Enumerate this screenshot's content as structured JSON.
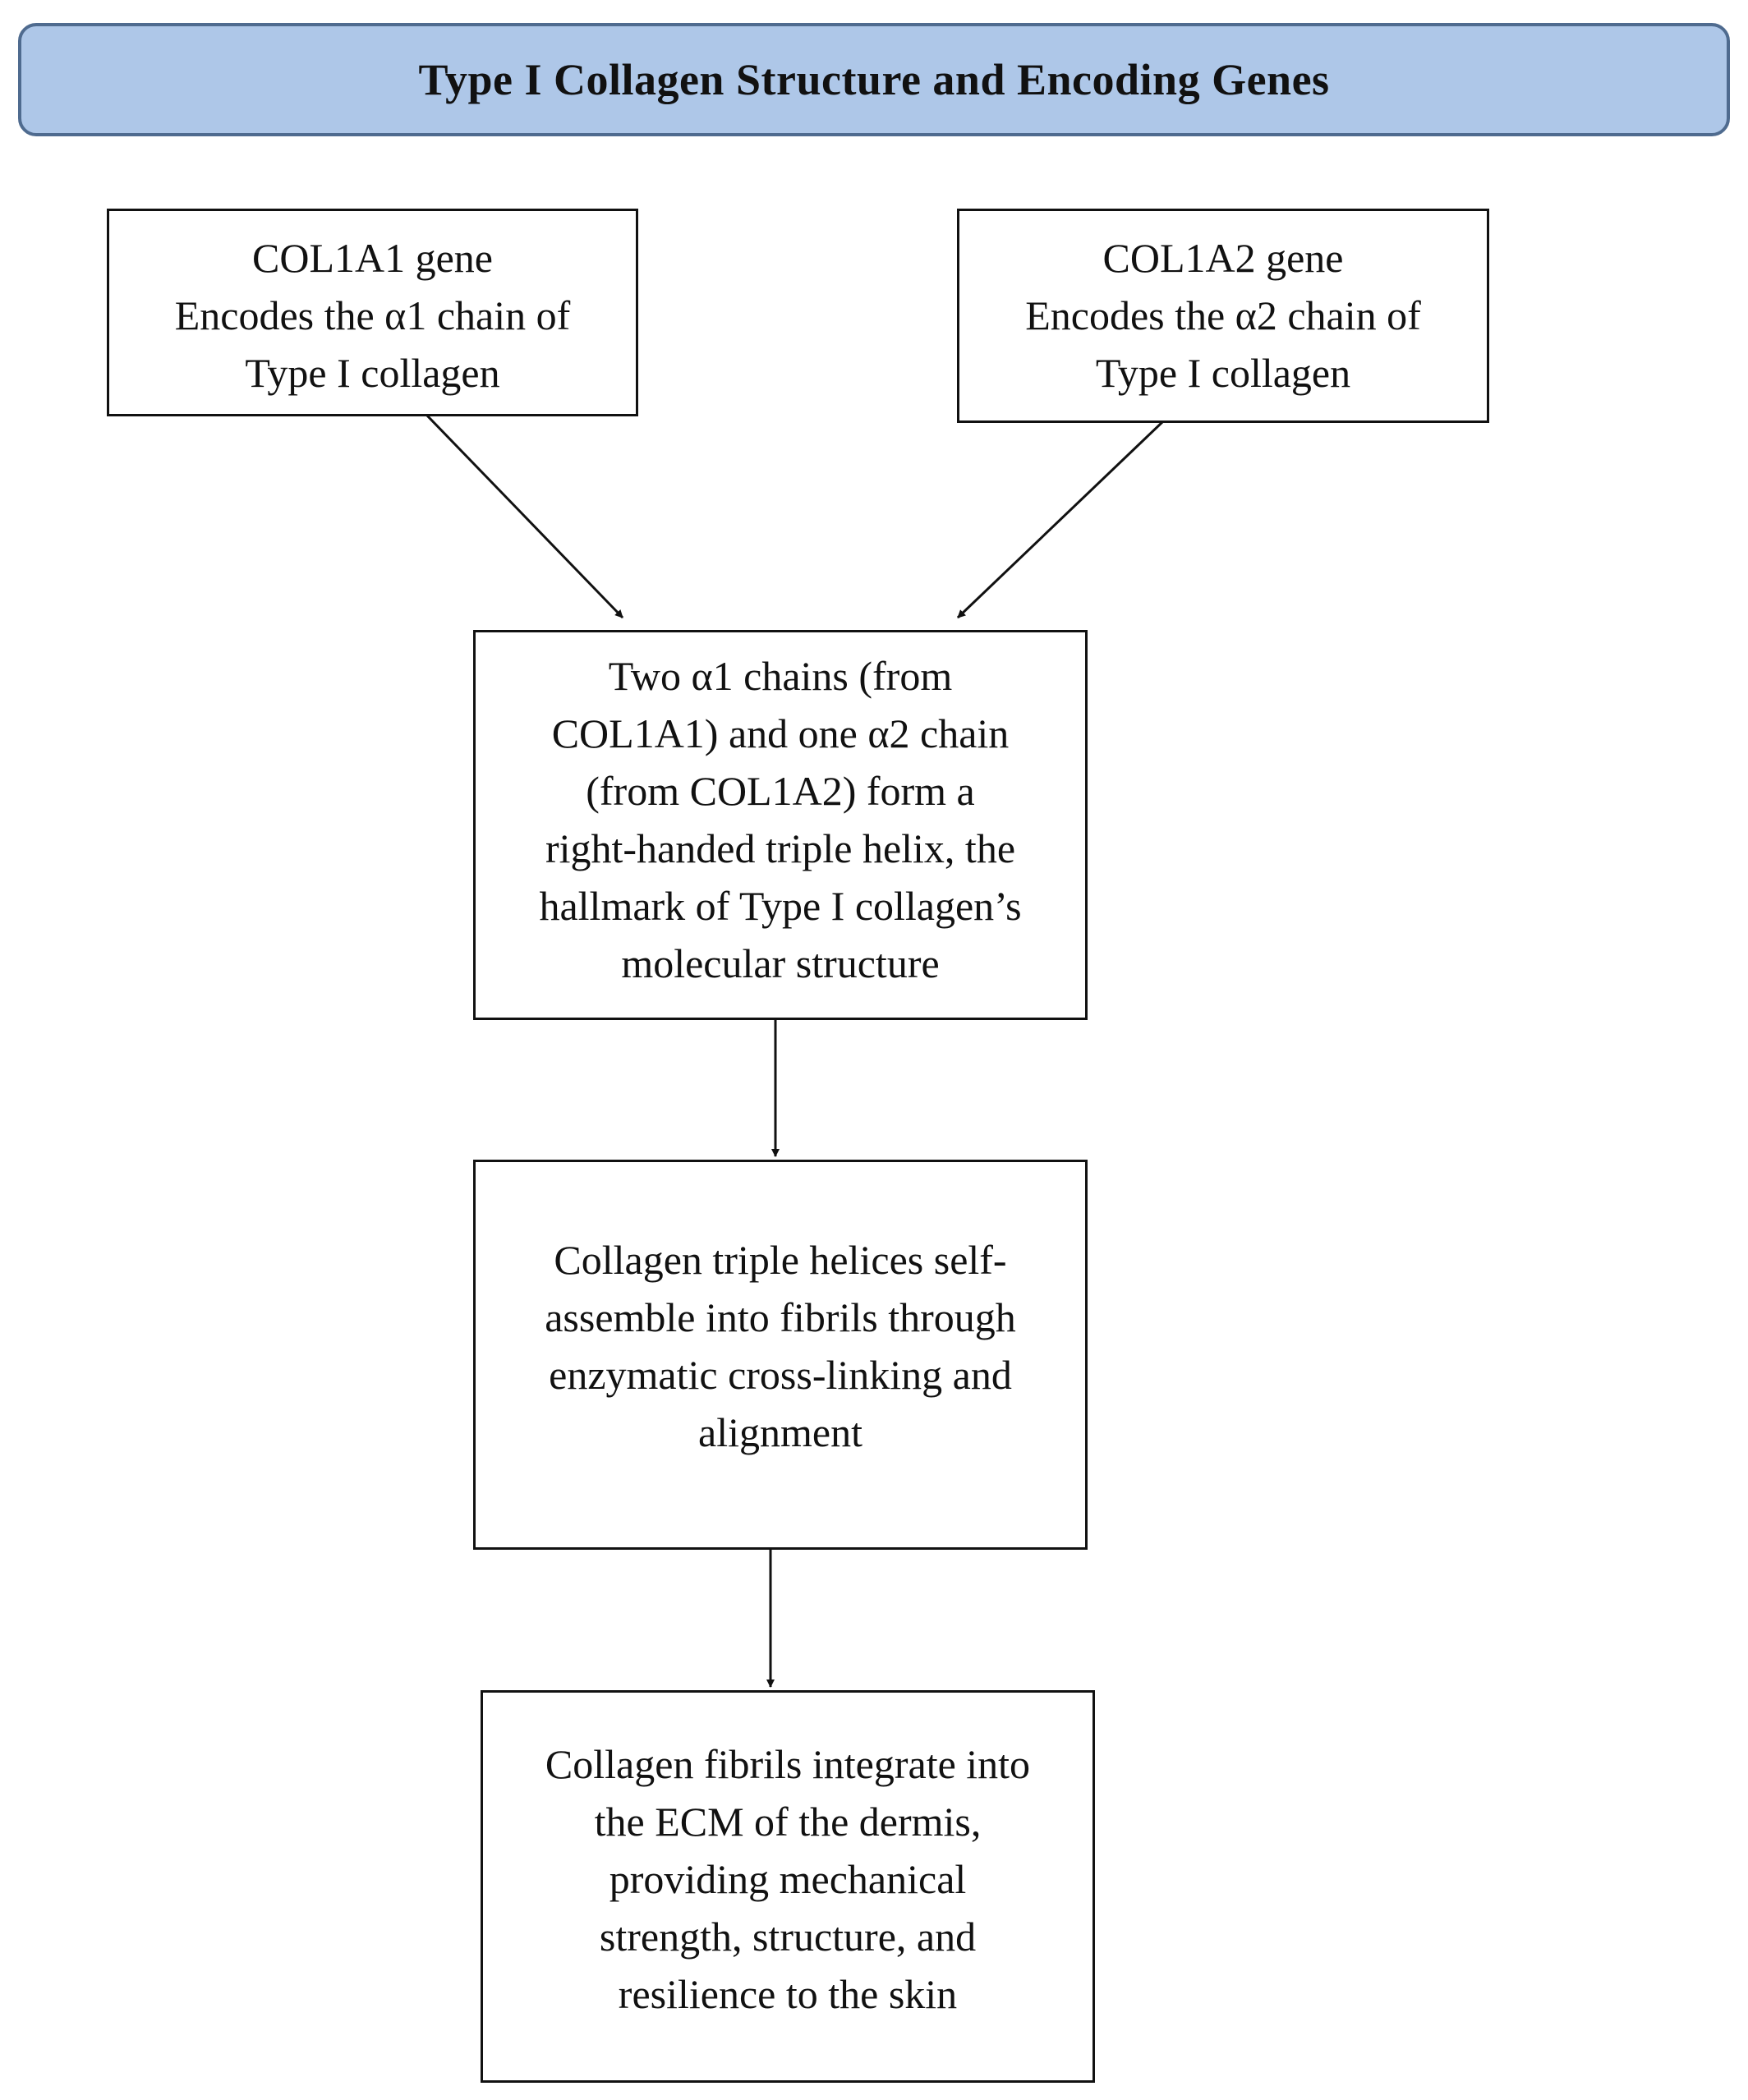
{
  "title": "Type I Collagen Structure and Encoding Genes",
  "boxes": {
    "gene_a1": {
      "lines": [
        "COL1A1 gene",
        "Encodes the α1 chain of",
        "Type I collagen"
      ]
    },
    "gene_a2": {
      "lines": [
        "COL1A2 gene",
        "Encodes the α2 chain of",
        "Type I collagen"
      ]
    },
    "helix": {
      "lines": [
        "Two α1 chains (from",
        "COL1A1) and one α2 chain",
        "(from COL1A2) form a",
        "right-handed triple helix, the",
        "hallmark of Type I collagen’s",
        "molecular structure"
      ]
    },
    "fibrils": {
      "lines": [
        "Collagen triple helices self-",
        "assemble into fibrils through",
        "enzymatic cross-linking and",
        "alignment"
      ]
    },
    "ecm": {
      "lines": [
        "Collagen fibrils integrate into",
        "the ECM of the dermis,",
        "providing mechanical",
        "strength, structure, and",
        "resilience to the skin"
      ]
    }
  },
  "colors": {
    "banner_fill": "#aec7e8",
    "banner_border": "#4f6b8f",
    "line": "#111111"
  }
}
